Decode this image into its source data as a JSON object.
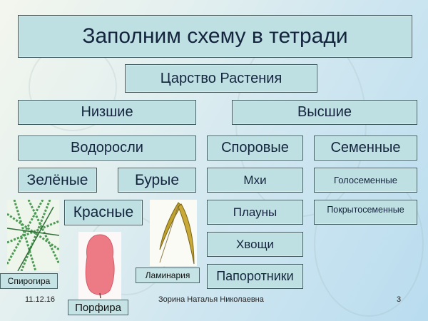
{
  "title": "Заполним схему в тетради",
  "root": "Царство Растения",
  "branches": {
    "lower": "Низшие",
    "higher": "Высшие"
  },
  "lower": {
    "group": "Водоросли",
    "types": [
      "Зелёные",
      "Бурые",
      "Красные"
    ]
  },
  "higher": {
    "spore": {
      "label": "Споровые",
      "items": [
        "Мхи",
        "Плауны",
        "Хвощи",
        "Папоротники"
      ]
    },
    "seed": {
      "label": "Семенные",
      "items": [
        "Голосеменные",
        "Покрытосеменные"
      ]
    }
  },
  "images": {
    "spirogyra": {
      "caption": "Спирогира",
      "icon": "green-algae-image"
    },
    "porphyra": {
      "caption": "Порфира",
      "icon": "red-algae-image"
    },
    "laminaria": {
      "caption": "Ламинария",
      "icon": "brown-algae-image"
    }
  },
  "footer": {
    "date": "11.12.16",
    "author": "Зорина Наталья Николаевна",
    "page": "3"
  },
  "colors": {
    "box_fill": "#bfe0e2",
    "box_border": "#3d5a5e",
    "text": "#14243f"
  }
}
